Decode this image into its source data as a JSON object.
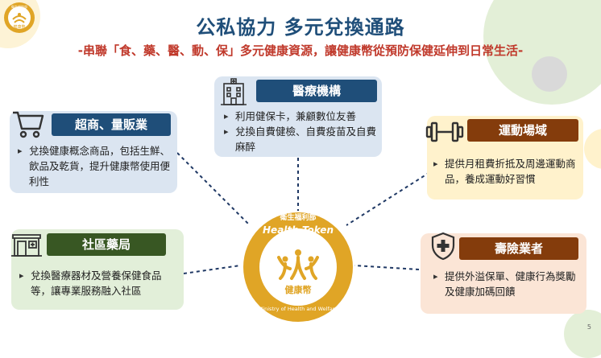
{
  "title": "公私協力 多元兌換通路",
  "subtitle": "-串聯「食、藥、醫、動、保」多元健康資源，讓健康幣從預防保健延伸到日常生活-",
  "page_number": "5",
  "logo_top": {
    "text_top": "衛生福利部",
    "text_bottom": "健康幣"
  },
  "center_logo": {
    "top_text": "衛生福利部",
    "arc_text": "Health Token",
    "name_text": "健康幣",
    "bottom_arc_text": "Ministry of Health and Welfare"
  },
  "cards": {
    "convenience": {
      "label": "超商、量販業",
      "items": [
        "兌換健康概念商品，包括生鮮、飲品及乾貨，提升健康幣使用便利性"
      ],
      "icon": "shopping-cart-icon"
    },
    "medical": {
      "label": "醫療機構",
      "items": [
        "利用健保卡，兼顧數位友善",
        "兌換自費健檢、自費疫苗及自費麻醉"
      ],
      "icon": "hospital-icon"
    },
    "sports": {
      "label": "運動場域",
      "items": [
        "提供月租費折抵及周邊運動商品，養成運動好習慣"
      ],
      "icon": "dumbbell-icon"
    },
    "pharmacy": {
      "label": "社區藥局",
      "items": [
        "兌換醫療器材及營養保健食品等，讓專業服務融入社區"
      ],
      "icon": "pharmacy-icon"
    },
    "insurance": {
      "label": "壽險業者",
      "items": [
        "提供外溢保單、健康行為獎勵及健康加碼回饋"
      ],
      "icon": "insurance-shield-icon"
    }
  },
  "colors": {
    "title": "#1f4e79",
    "subtitle": "#c0392b",
    "gold": "#e0a526",
    "navy_tag": "#1f4e79",
    "green_tag": "#385723",
    "brown_tag": "#843c0c",
    "card_blue": "#dbe5f1",
    "card_green": "#e2efd9",
    "card_yellow": "#fff2cc",
    "card_peach": "#fbe5d6"
  }
}
